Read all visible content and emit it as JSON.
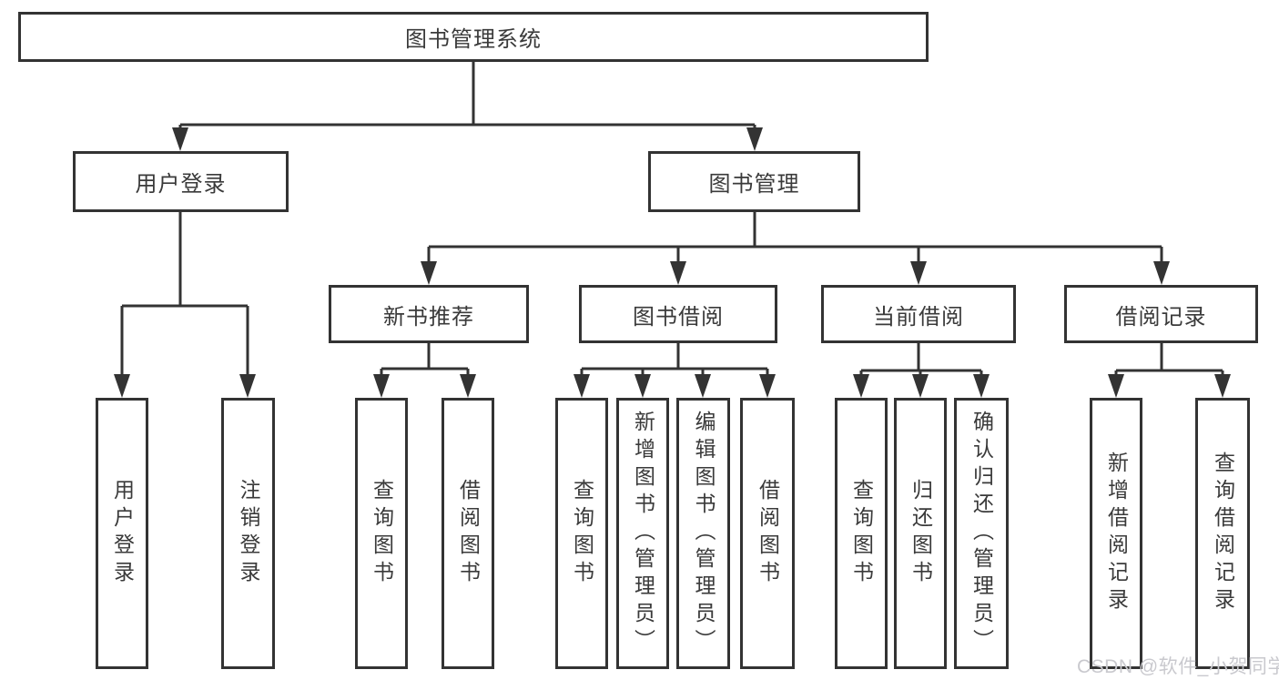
{
  "diagram": {
    "title": "图书管理系统",
    "level2": {
      "user_login": "用户登录",
      "book_management": "图书管理"
    },
    "level3": {
      "new_book_recommend": "新书推荐",
      "book_borrow": "图书借阅",
      "current_borrow": "当前借阅",
      "borrow_record": "借阅记录"
    },
    "leaves": {
      "user_login": "用户登录",
      "logout": "注销登录",
      "query_book_recommend": "查询图书",
      "borrow_book_recommend": "借阅图书",
      "query_book_borrow": "查询图书",
      "add_book_admin": "新增图书（管理员）",
      "edit_book_admin": "编辑图书（管理员）",
      "borrow_book_borrow": "借阅图书",
      "query_book_current": "查询图书",
      "return_book": "归还图书",
      "confirm_return_admin": "确认归还（管理员）",
      "add_borrow_record": "新增借阅记录",
      "query_borrow_record": "查询借阅记录"
    }
  },
  "watermark": "CSDN @软件_小贺同学",
  "colors": {
    "line": "#333333",
    "text": "#3a3a3a",
    "background": "#ffffff",
    "watermark": "#c9c9ce"
  }
}
